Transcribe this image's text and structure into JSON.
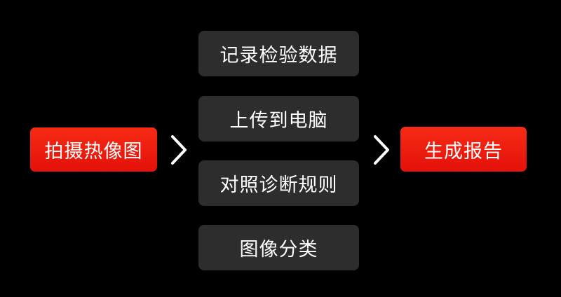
{
  "steps": {
    "start": "拍摄热像图",
    "middle": [
      "记录检验数据",
      "上传到电脑",
      "对照诊断规则",
      "图像分类"
    ],
    "end": "生成报告"
  },
  "colors": {
    "background": "#000000",
    "accent": "#f21e12",
    "box": "#2d2d2d",
    "text": "#ffffff"
  },
  "icons": [
    "chevron-right-icon",
    "chevron-right-icon"
  ]
}
